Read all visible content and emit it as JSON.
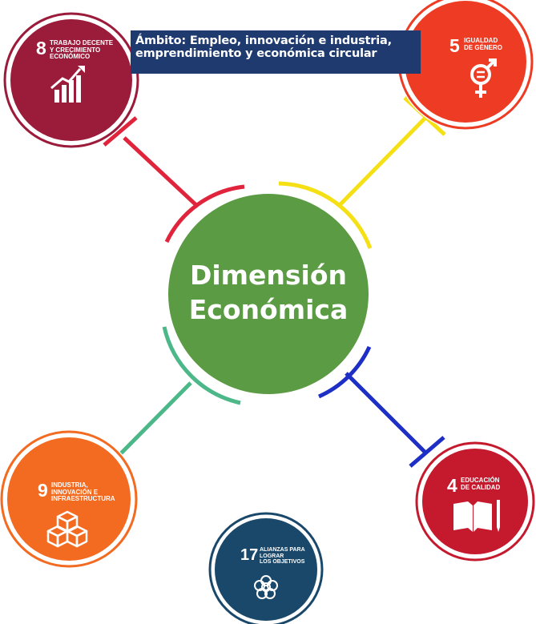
{
  "header": {
    "line1": "Ámbito: Empleo, innovación e industria,",
    "line2": "emprendimiento y económica circular"
  },
  "center": {
    "line1": "Dimensión",
    "line2": "Económica",
    "color": "#5b9b43"
  },
  "goals": [
    {
      "number": "8",
      "title_lines": [
        "TRABAJO DECENTE",
        "Y CRECIMIENTO",
        "ECONÓMICO"
      ],
      "color": "#9b1b3a",
      "connector_color": "#e0243b",
      "icon": "growth-chart-icon"
    },
    {
      "number": "5",
      "title_lines": [
        "IGUALDAD",
        "DE GÉNERO"
      ],
      "color": "#ee3b23",
      "connector_color": "#f5e016",
      "icon": "gender-equality-icon"
    },
    {
      "number": "9",
      "title_lines": [
        "INDUSTRIA,",
        "INNOVACIÓN E",
        "INFRAESTRUCTURA"
      ],
      "color": "#f36a21",
      "connector_color": "#4cb889",
      "icon": "cubes-icon"
    },
    {
      "number": "4",
      "title_lines": [
        "EDUCACIÓN",
        "DE CALIDAD"
      ],
      "color": "#c5192d",
      "connector_color": "#1e2fc5",
      "icon": "book-icon"
    },
    {
      "number": "17",
      "title_lines": [
        "ALIANZAS PARA",
        "LOGRAR",
        "LOS OBJETIVOS"
      ],
      "color": "#19486a",
      "connector_color": "",
      "icon": "flower-rings-icon"
    }
  ]
}
